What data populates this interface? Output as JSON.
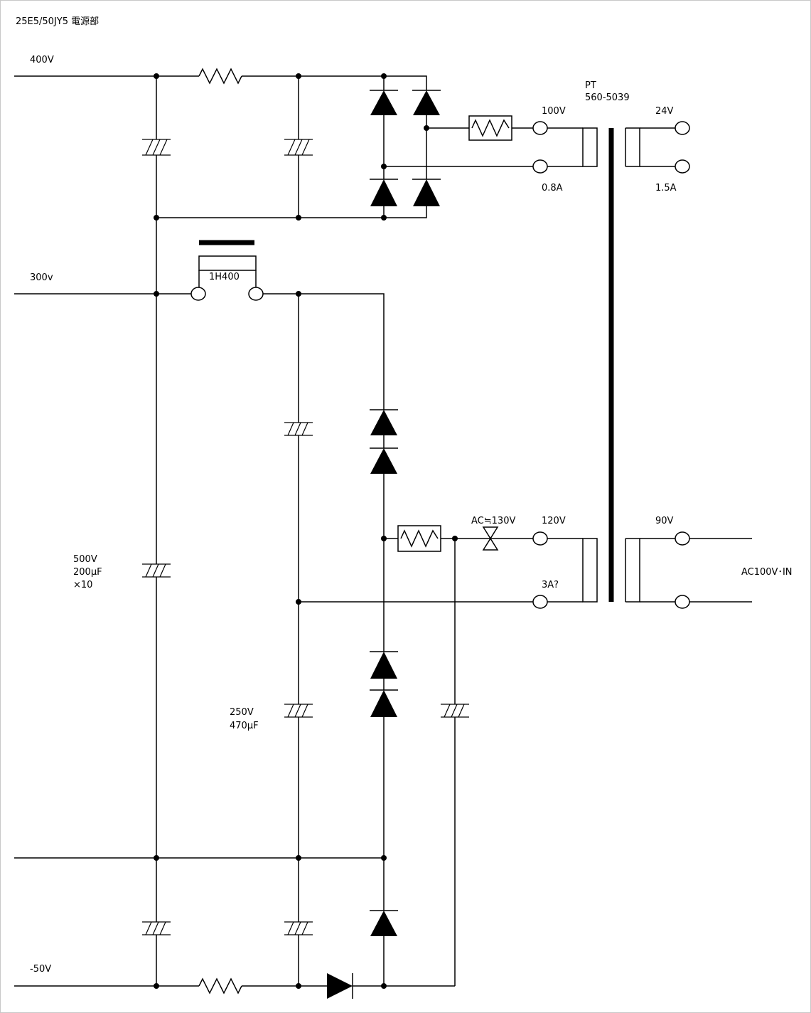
{
  "title": "25E5/50JY5 電源部",
  "labels": {
    "v400": "400V",
    "v300": "300v",
    "vneg50": "-50V",
    "cap_main_v": "500V",
    "cap_main_c": "200μF",
    "cap_main_n": "×10",
    "cap_mid_v": "250V",
    "cap_mid_c": "470μF",
    "choke": "1H400",
    "pt_name": "PT",
    "pt_model": "560-5039",
    "sec_100v": "100V",
    "sec_08a": "0.8A",
    "sec_24v": "24V",
    "sec_15a": "1.5A",
    "sec_ac130": "AC≒130V",
    "sec_120v": "120V",
    "sec_3a": "3A?",
    "pri_90v": "90V",
    "ac_in": "AC100V･IN"
  },
  "colors": {
    "line": "#000000",
    "background": "#ffffff",
    "frame": "#c8c8c8"
  }
}
